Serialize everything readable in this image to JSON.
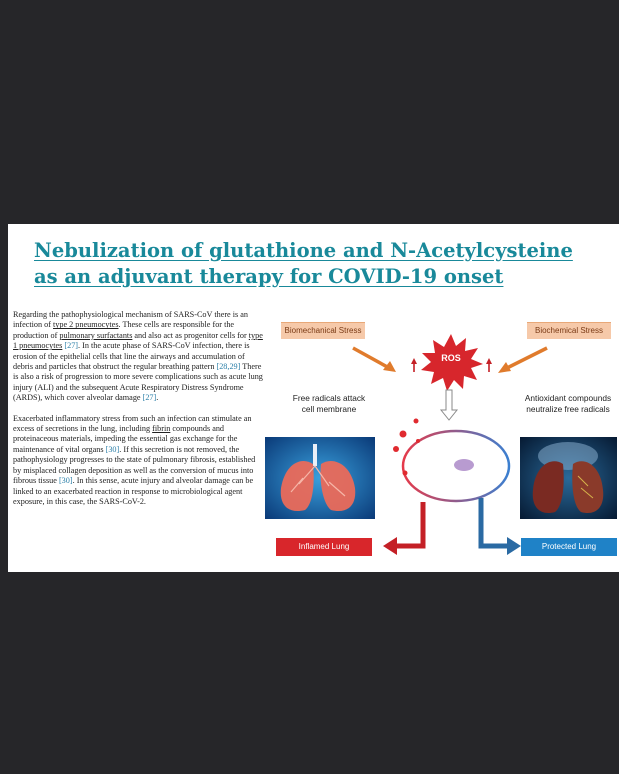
{
  "document": {
    "title": "Nebulization of glutathione and N-Acetylcysteine as an adjuvant therapy for COVID-19 onset"
  },
  "paragraph1": {
    "t1": "Regarding the pathophysiological mechanism of SARS-CoV there is an infection of ",
    "link1": "type 2 pneumocytes",
    "t2": ". These cells are responsible for the production of ",
    "link2": "pulmonary surfactants",
    "t3": " and also act as progenitor cells for ",
    "link3": "type 1 pneumocytes",
    "t4": " ",
    "ref1": "[27]",
    "t5": ". In the acute phase of SARS-CoV infection, there is erosion of the epithelial cells that line the airways and accumulation of debris and particles that obstruct the regular breathing pattern ",
    "ref2": "[28,29]",
    "t6": " There is also a risk of progression to more severe complications such as acute lung injury (ALI) and the subsequent Acute Respiratory Distress Syndrome (ARDS), which cover alveolar damage ",
    "ref3": "[27]",
    "t7": "."
  },
  "paragraph2": {
    "t1": "Exacerbated inflammatory stress from such an infection can stimulate an excess of secretions in the lung, including ",
    "link1": "fibrin",
    "t2": " compounds and proteinaceous materials, impeding the essential gas exchange for the maintenance of vital organs ",
    "ref1": "[30]",
    "t3": ". If this secretion is not removed, the pathophysiology progresses to the state of pulmonary fibrosis, established by misplaced collagen deposition as well as the conversion of mucus into fibrous tissue ",
    "ref2": "[30]",
    "t4": ". In this sense, acute injury and alveolar damage can be linked to an exacerbated reaction in response to microbiological agent exposure, in this case, the SARS-CoV-2."
  },
  "figure": {
    "biomechanical_stress": "Biomechanical Stress",
    "biochemical_stress": "Biochemical Stress",
    "ros": "ROS",
    "free_radicals_line1": "Free radicals attack",
    "free_radicals_line2": "cell membrane",
    "antioxidant_line1": "Antioxidant compounds",
    "antioxidant_line2": "neutralize free radicals",
    "inflamed_lung": "Inflamed Lung",
    "protected_lung": "Protected Lung"
  },
  "colors": {
    "title": "#19899a",
    "stress_box": "#f6c9a9",
    "inflamed": "#d8262b",
    "protected": "#1f82c7",
    "arrow_orange": "#e07b2c",
    "arrow_red": "#c42026",
    "arrow_blue": "#2a6aa3"
  }
}
